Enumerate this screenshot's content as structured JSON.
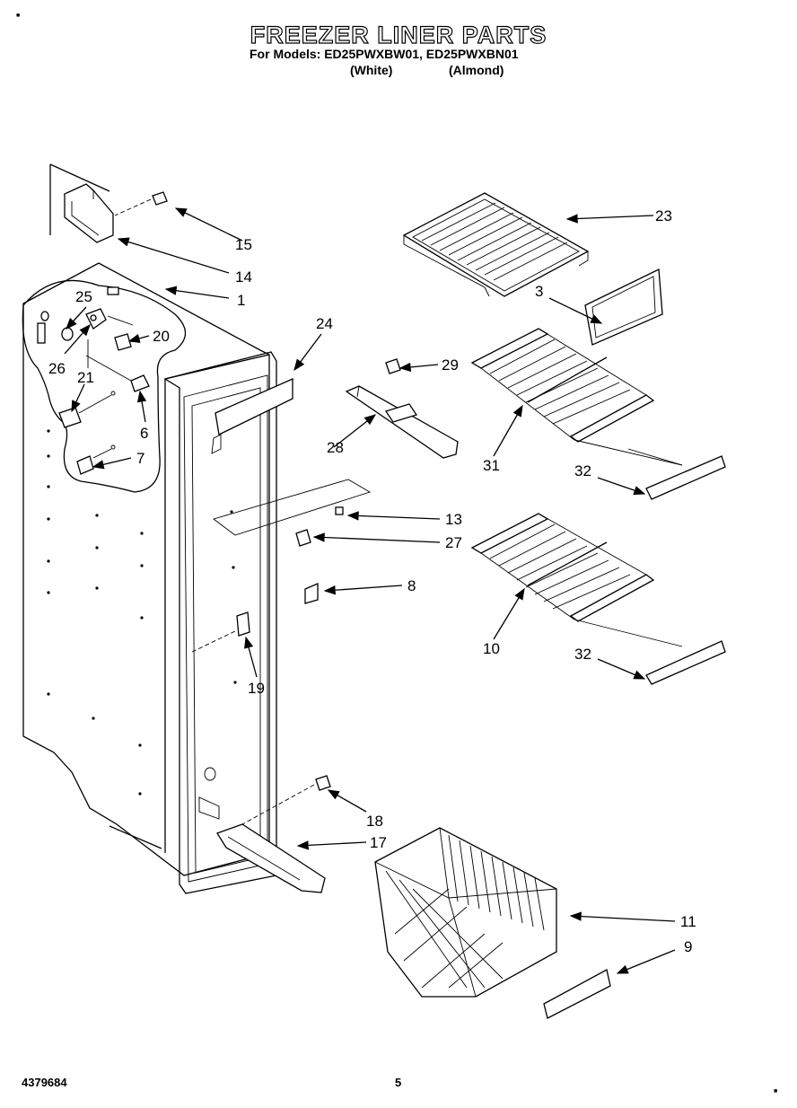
{
  "header": {
    "title": "FREEZER LINER PARTS",
    "models_line": "For Models: ED25PWXBW01, ED25PWXBN01",
    "variant_white": "(White)",
    "variant_almond": "(Almond)"
  },
  "footer": {
    "doc_number": "4379684",
    "page_number": "5"
  },
  "callouts": {
    "c1": "1",
    "c3": "3",
    "c6": "6",
    "c7": "7",
    "c8": "8",
    "c9": "9",
    "c10": "10",
    "c11": "11",
    "c13": "13",
    "c14": "14",
    "c15": "15",
    "c17": "17",
    "c18": "18",
    "c19": "19",
    "c20": "20",
    "c21": "21",
    "c23": "23",
    "c24": "24",
    "c25": "25",
    "c26": "26",
    "c27": "27",
    "c28": "28",
    "c29": "29",
    "c31": "31",
    "c32a": "32",
    "c32b": "32"
  }
}
